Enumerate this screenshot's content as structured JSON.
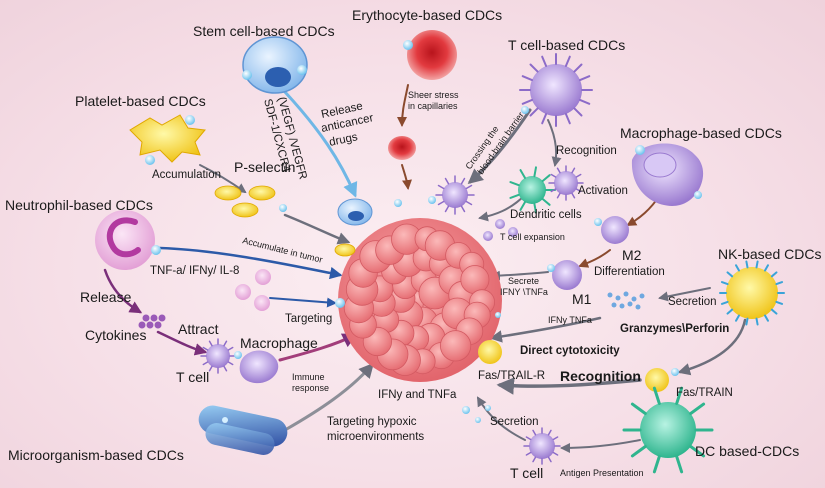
{
  "labels": {
    "erythrocyte": "Erythocyte-based CDCs",
    "stem": "Stem cell-based CDCs",
    "tcell_cdc": "T cell-based CDCs",
    "platelet": "Platelet-based CDCs",
    "macrophage_cdc": "Macrophage-based CDCs",
    "neutrophil": "Neutrophil-based CDCs",
    "nk": "NK-based CDCs",
    "microorganism": "Microorganism-based CDCs",
    "dc": "DC based-CDCs",
    "vegf": "(VEGF) /VEGFR",
    "sdf": "SDF-1/CXCR4",
    "release_drugs": [
      "Release",
      "anticancer",
      "drugs"
    ],
    "sheer": [
      "Sheer stress",
      "in capillaries"
    ],
    "crossing": [
      "Crossing the",
      "blood-brain barrier"
    ],
    "recognition_top": "Recognition",
    "activation": "Activation",
    "dendritic": "Dendritic cells",
    "tcell_expansion": "T cell expansion",
    "m2": "M2",
    "differentiation": "Differentiation",
    "secrete": [
      "Secrete",
      "IFNY \\TNFa"
    ],
    "m1": "M1",
    "accumulation": "Accumulation",
    "pselectin": "P-selectin",
    "accumulate_tumor": "Accumulate in tumor",
    "tnf": "TNF-a/ IFNy/ IL-8",
    "targeting": "Targeting",
    "release": "Release",
    "cytokines": "Cytokines",
    "attract": "Attract",
    "tcell_left": "T cell",
    "macrophage": "Macrophage",
    "immune": [
      "Immune",
      "response"
    ],
    "secretion_nk": "Secretion",
    "granzymes": "Granzymes\\Perforin",
    "ifny_tnfa": "IFNy  TNFa",
    "direct": "Direct cytotoxicity",
    "fas_trail_r": "Fas/TRAIL-R",
    "recognition_nk": "Recognition",
    "fas_train": "Fas/TRAIN",
    "ifny_and": "IFNy and TNFa",
    "secretion_t": "Secretion",
    "targeting_hypoxic": [
      "Targeting hypoxic",
      "microenvironments"
    ],
    "tcell_bottom": "T cell",
    "antigen": "Antigen Presentation"
  },
  "colors": {
    "background": "#f6e3ea",
    "tumor": "#f07f86",
    "tumor_dark": "#d9575f",
    "arrow_gray": "#6d6f7c",
    "arrow_blue": "#2c5aa8",
    "arrow_brown": "#8a4a2e",
    "arrow_purple": "#7a2f7a",
    "arrow_light_blue": "#6fb7e6"
  }
}
